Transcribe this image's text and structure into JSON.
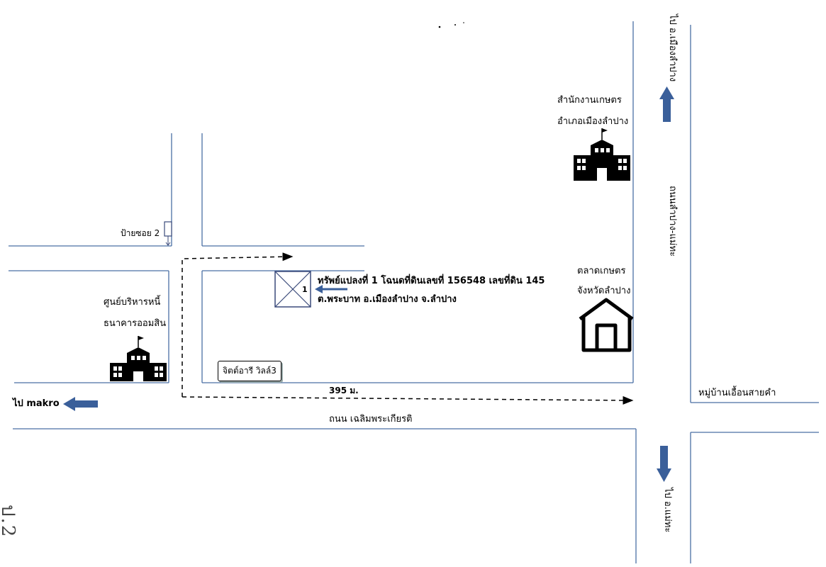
{
  "map": {
    "property_label_line1": "ทรัพย์แปลงที่ 1 โฉนดที่ดินเลขที่  156548  เลขที่ดิน  145",
    "property_label_line2": "ต.พระบาท  อ.เมืองลำปาง  จ.ลำปาง",
    "property_marker_number": "1",
    "soi_sign_label": "ป้ายซอย 2",
    "bank_label_line1": "ศูนย์บริหารหนี้",
    "bank_label_line2": "ธนาคารออมสิน",
    "agri_office_line1": "สำนักงานเกษตร",
    "agri_office_line2": "อำเภอเมืองลำปาง",
    "market_line1": "ตลาดเกษตร",
    "market_line2": "จังหวัดลำปาง",
    "village_sign": "จิตต์อารี วิลล์3",
    "distance_label": "395 ม.",
    "to_makro": "ไป makro",
    "main_road": "ถนน เฉลิมพระเกียรติ",
    "cross_road": "ถนนลำปาง-แม่ทะ",
    "to_mueang_lampang": "ไป อ.เมืองลำปาง",
    "to_mae_tha": "ไป อ.แม่ทะ",
    "village_right": "หมู่บ้านเอื้อนสายคำ",
    "page_mark": "ป.2"
  },
  "colors": {
    "road_line": "#4a6fa5",
    "arrow_blue": "#3a5f9a",
    "ink": "#000000"
  },
  "icons": [
    "building-icon",
    "house-icon",
    "arrow-left-icon",
    "arrow-up-icon",
    "arrow-down-icon",
    "sign-post-icon",
    "plot-marker-icon"
  ]
}
